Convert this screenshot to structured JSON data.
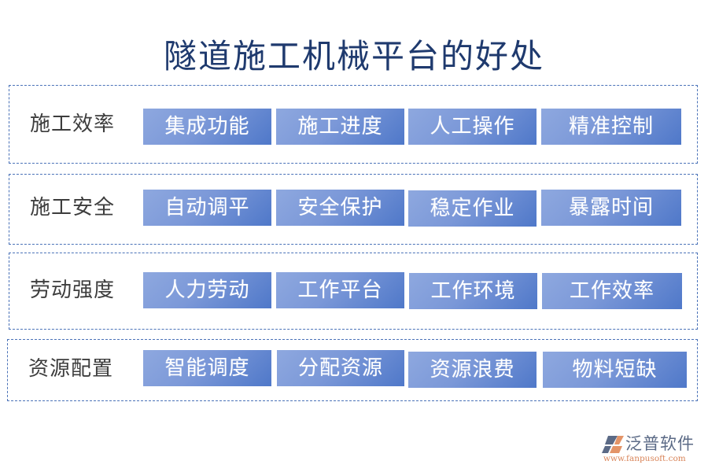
{
  "title": "隧道施工机械平台的好处",
  "colors": {
    "title": "#1f3a6e",
    "border": "#4a72b8",
    "chip_start": "#8ea8df",
    "chip_end": "#4f78c9",
    "label": "#3d3d3d"
  },
  "groups": [
    {
      "label": "施工效率",
      "items": [
        "集成功能",
        "施工进度",
        "人工操作",
        "精准控制"
      ]
    },
    {
      "label": "施工安全",
      "items": [
        "自动调平",
        "安全保护",
        "稳定作业",
        "暴露时间"
      ]
    },
    {
      "label": "劳动强度",
      "items": [
        "人力劳动",
        "工作平台",
        "工作环境",
        "工作效率"
      ]
    },
    {
      "label": "资源配置",
      "items": [
        "智能调度",
        "分配资源",
        "资源浪费",
        "物料短缺"
      ]
    }
  ],
  "logo": {
    "name": "泛普软件",
    "url": "www.fanpusoft.com"
  }
}
